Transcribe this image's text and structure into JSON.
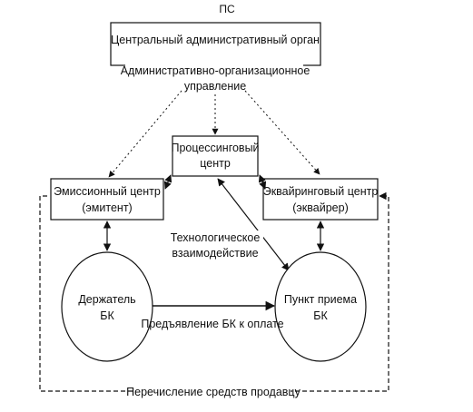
{
  "diagram": {
    "top_label": "ПС",
    "central_authority": "Центральный административный орган",
    "admin_label_line1": "Административно-организационное",
    "admin_label_line2": "управление",
    "processing_center_line1": "Процессинговый",
    "processing_center_line2": "центр",
    "issuing_center_line1": "Эмиссионный центр",
    "issuing_center_line2": "(эмитент)",
    "acquiring_center_line1": "Эквайринговый центр",
    "acquiring_center_line2": "(эквайрер)",
    "tech_interaction_line1": "Технологическое",
    "tech_interaction_line2": "взаимодействие",
    "holder_line1": "Держатель",
    "holder_line2": "БК",
    "point_line1": "Пункт приема",
    "point_line2": "БК",
    "presentation_label": "Предъявление БК к оплате",
    "transfer_label": "Перечисление средств продавцу"
  }
}
